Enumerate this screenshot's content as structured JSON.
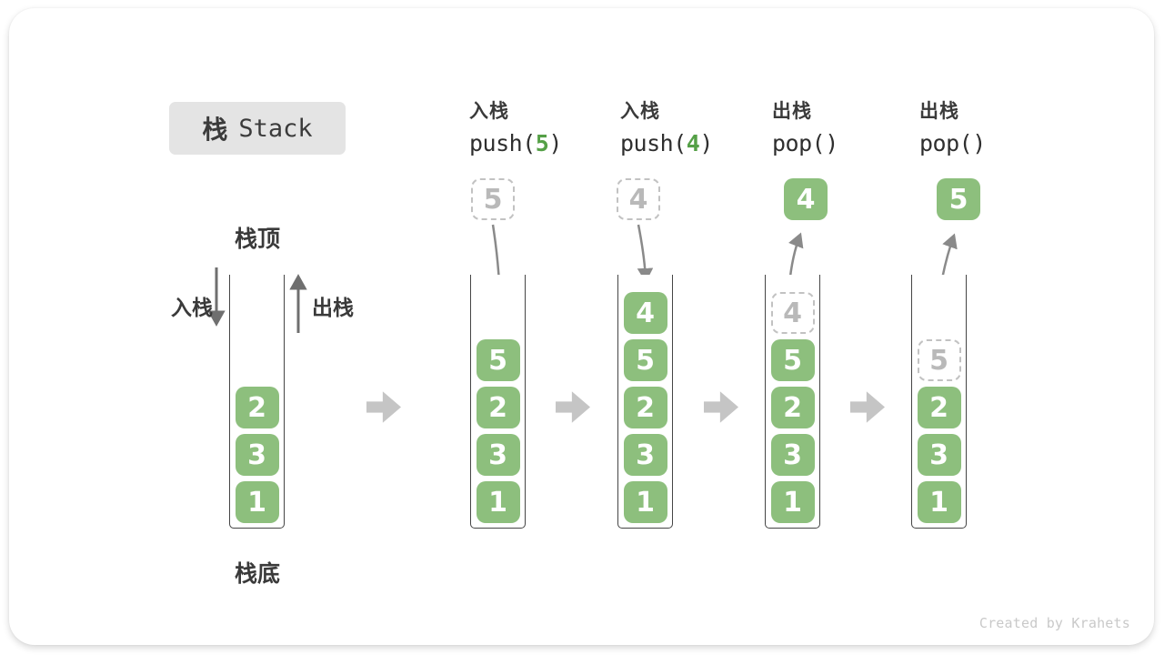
{
  "title": {
    "zh": "栈",
    "en": "Stack"
  },
  "legend": {
    "stack_top": "栈顶",
    "stack_bottom": "栈底",
    "push": "入栈",
    "pop": "出栈"
  },
  "operations": [
    {
      "name": "入栈",
      "code_pre": "push(",
      "code_arg": "5",
      "code_post": ")"
    },
    {
      "name": "入栈",
      "code_pre": "push(",
      "code_arg": "4",
      "code_post": ")"
    },
    {
      "name": "出栈",
      "code_pre": "pop(",
      "code_arg": "",
      "code_post": ")"
    },
    {
      "name": "出栈",
      "code_pre": "pop(",
      "code_arg": "",
      "code_post": ")"
    }
  ],
  "floating_cells": [
    {
      "value": "5",
      "variant": "dashed"
    },
    {
      "value": "4",
      "variant": "dashed"
    },
    {
      "value": "4",
      "variant": "solid"
    },
    {
      "value": "5",
      "variant": "solid"
    }
  ],
  "stacks": [
    {
      "items": [
        {
          "value": "2",
          "variant": "solid"
        },
        {
          "value": "3",
          "variant": "solid"
        },
        {
          "value": "1",
          "variant": "solid"
        }
      ]
    },
    {
      "items": [
        {
          "value": "5",
          "variant": "solid"
        },
        {
          "value": "2",
          "variant": "solid"
        },
        {
          "value": "3",
          "variant": "solid"
        },
        {
          "value": "1",
          "variant": "solid"
        }
      ]
    },
    {
      "items": [
        {
          "value": "4",
          "variant": "solid"
        },
        {
          "value": "5",
          "variant": "solid"
        },
        {
          "value": "2",
          "variant": "solid"
        },
        {
          "value": "3",
          "variant": "solid"
        },
        {
          "value": "1",
          "variant": "solid"
        }
      ]
    },
    {
      "items": [
        {
          "value": "4",
          "variant": "dashed"
        },
        {
          "value": "5",
          "variant": "solid"
        },
        {
          "value": "2",
          "variant": "solid"
        },
        {
          "value": "3",
          "variant": "solid"
        },
        {
          "value": "1",
          "variant": "solid"
        }
      ]
    },
    {
      "items": [
        {
          "value": "5",
          "variant": "dashed"
        },
        {
          "value": "2",
          "variant": "solid"
        },
        {
          "value": "3",
          "variant": "solid"
        },
        {
          "value": "1",
          "variant": "solid"
        }
      ]
    }
  ],
  "watermark": "Created by Krahets",
  "colors": {
    "cell_green": "#8dbf7d",
    "code_arg_green": "#55a047",
    "step_arrow_gray": "#c5c5c5",
    "dashed_border_gray": "#c2c2c2",
    "flow_arrow_gray": "#8a8a8a",
    "legend_arrow_gray": "#6f6f6f",
    "text_dark": "#3a3a3a"
  }
}
